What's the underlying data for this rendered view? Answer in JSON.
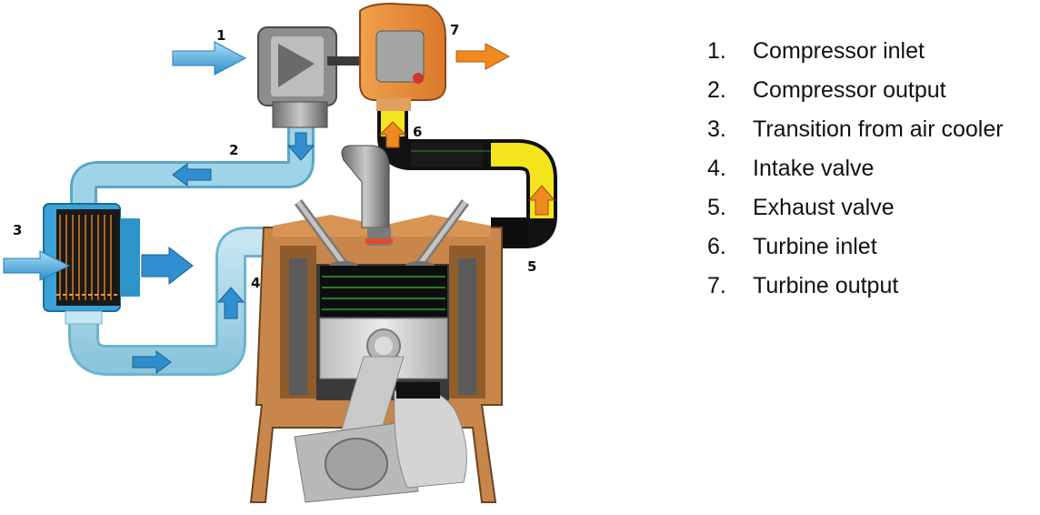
{
  "diagram": {
    "callouts": [
      "1",
      "2",
      "3",
      "4",
      "5",
      "6",
      "7"
    ]
  },
  "legend": {
    "items": [
      {
        "number": "1.",
        "label": "Compressor inlet"
      },
      {
        "number": "2.",
        "label": "Compressor output"
      },
      {
        "number": "3.",
        "label": "Transition from air cooler"
      },
      {
        "number": "4.",
        "label": "Intake valve"
      },
      {
        "number": "5.",
        "label": "Exhaust valve"
      },
      {
        "number": "6.",
        "label": "Turbine inlet"
      },
      {
        "number": "7.",
        "label": "Turbine output"
      }
    ]
  },
  "colors": {
    "cool_air": "#8ec9e0",
    "cool_air_dark": "#2d94c8",
    "hot_exhaust": "#f5e51f",
    "exhaust_dark": "#111111",
    "block_copper": "#c8864a",
    "arrow_blue": "#2f8fd0",
    "arrow_orange": "#f08a1e"
  }
}
